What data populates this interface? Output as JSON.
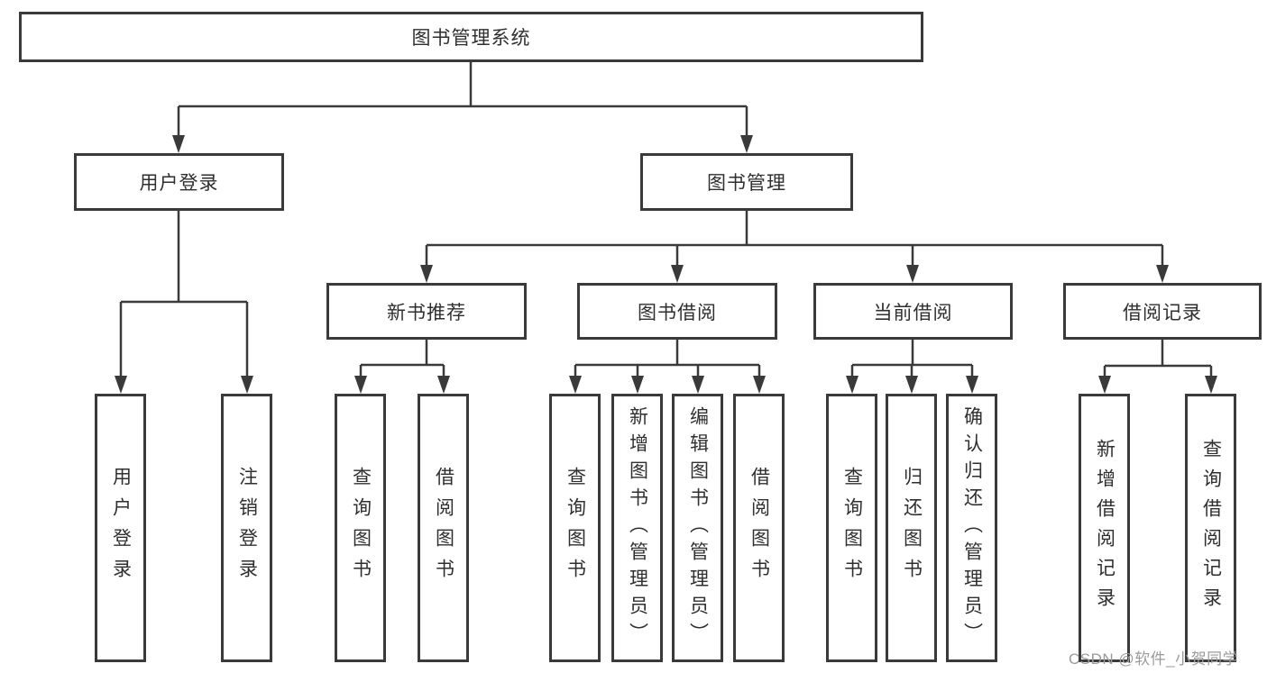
{
  "colors": {
    "line": "#3a3a3a",
    "box_border": "#3a3a3a",
    "text": "#2f2f2f",
    "watermark": "#9b9b9b",
    "background": "#ffffff"
  },
  "diagram": {
    "root": {
      "label": "图书管理系统"
    },
    "level2": [
      {
        "id": "user-login",
        "label": "用户登录"
      },
      {
        "id": "book-management",
        "label": "图书管理"
      }
    ],
    "level3": [
      {
        "id": "new-book-recommend",
        "label": "新书推荐"
      },
      {
        "id": "book-borrow",
        "label": "图书借阅"
      },
      {
        "id": "current-borrow",
        "label": "当前借阅"
      },
      {
        "id": "borrow-records",
        "label": "借阅记录"
      }
    ],
    "leaves": [
      {
        "id": "login-user-login",
        "parent": "user-login",
        "label": "用户登录"
      },
      {
        "id": "login-logout",
        "parent": "user-login",
        "label": "注销登录"
      },
      {
        "id": "recommend-query-books",
        "parent": "new-book-recommend",
        "label": "查询图书"
      },
      {
        "id": "recommend-borrow-books",
        "parent": "new-book-recommend",
        "label": "借阅图书"
      },
      {
        "id": "borrow-query-books",
        "parent": "book-borrow",
        "label": "查询图书"
      },
      {
        "id": "borrow-add-books-admin",
        "parent": "book-borrow",
        "label": "新增图书（管理员）"
      },
      {
        "id": "borrow-edit-books-admin",
        "parent": "book-borrow",
        "label": "编辑图书（管理员）"
      },
      {
        "id": "borrow-borrow-books",
        "parent": "book-borrow",
        "label": "借阅图书"
      },
      {
        "id": "current-query-books",
        "parent": "current-borrow",
        "label": "查询图书"
      },
      {
        "id": "current-return-books",
        "parent": "current-borrow",
        "label": "归还图书"
      },
      {
        "id": "current-confirm-return-admin",
        "parent": "current-borrow",
        "label": "确认归还（管理员）"
      },
      {
        "id": "records-add-borrow-record",
        "parent": "borrow-records",
        "label": "新增借阅记录"
      },
      {
        "id": "records-query-borrow-record",
        "parent": "borrow-records",
        "label": "查询借阅记录"
      }
    ]
  },
  "watermark": {
    "text": "CSDN @软件_小贺同学"
  }
}
